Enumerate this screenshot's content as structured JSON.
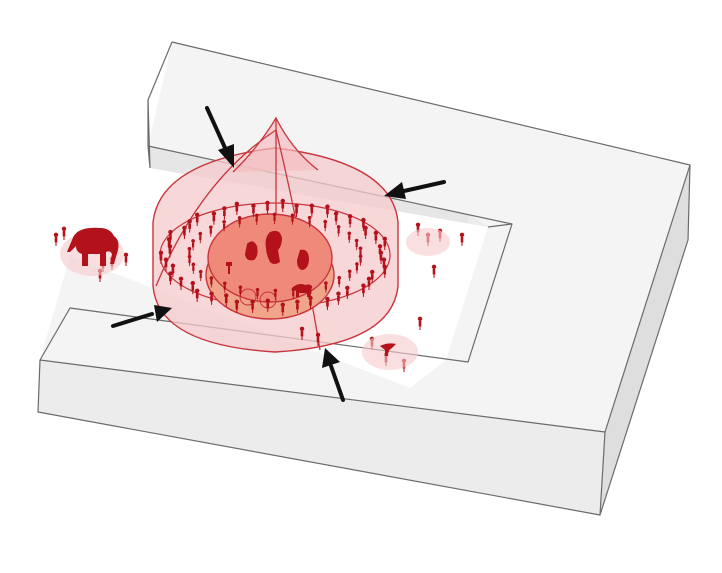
{
  "diagram": {
    "colors": {
      "block_top": "#f4f4f4",
      "block_side": "#e9e9e9",
      "block_side_dark": "#dcdcdc",
      "courtyard": "#ffffff",
      "edge": "#6b6b6b",
      "tent_fill": "#f6c9cb",
      "tent_stroke": "#c8353d",
      "ring_fill": "#ef8a7b",
      "ring_floor": "#f0a58a",
      "figures": "#b3121b",
      "arrows": "#111111"
    },
    "arrows": [
      {
        "name": "arrow-top-left",
        "direction": "down-right"
      },
      {
        "name": "arrow-top-right",
        "direction": "left"
      },
      {
        "name": "arrow-bottom-left",
        "direction": "right"
      },
      {
        "name": "arrow-bottom-right",
        "direction": "up-left"
      }
    ],
    "icons": [
      "elephant-icon",
      "bear-icon",
      "acrobat-icon",
      "crowd-figures"
    ]
  }
}
